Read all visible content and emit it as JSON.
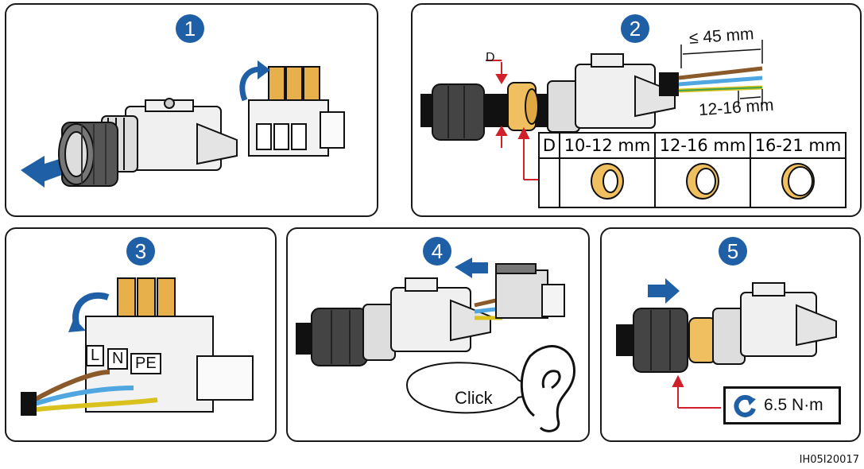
{
  "steps": {
    "s1": "1",
    "s2": "2",
    "s3": "3",
    "s4": "4",
    "s5": "5"
  },
  "step2": {
    "diameter_marker": "D",
    "strip_length": "≤ 45 mm",
    "strip_length_inner": "12-16 mm",
    "table": {
      "header": [
        "D",
        "10-12 mm",
        "12-16 mm",
        "16-21 mm"
      ]
    }
  },
  "step3": {
    "terminals": [
      "L",
      "N",
      "PE"
    ]
  },
  "step4": {
    "sound": "Click"
  },
  "step5": {
    "torque": "6.5 N·m"
  },
  "doc_id": "IH05I20017",
  "colors": {
    "step_badge": "#1f5fa6",
    "arrow": "#1f5fa6",
    "latch": "#e8b04b",
    "seal_ring": "#f0c060",
    "indicator_red": "#d0202a"
  }
}
